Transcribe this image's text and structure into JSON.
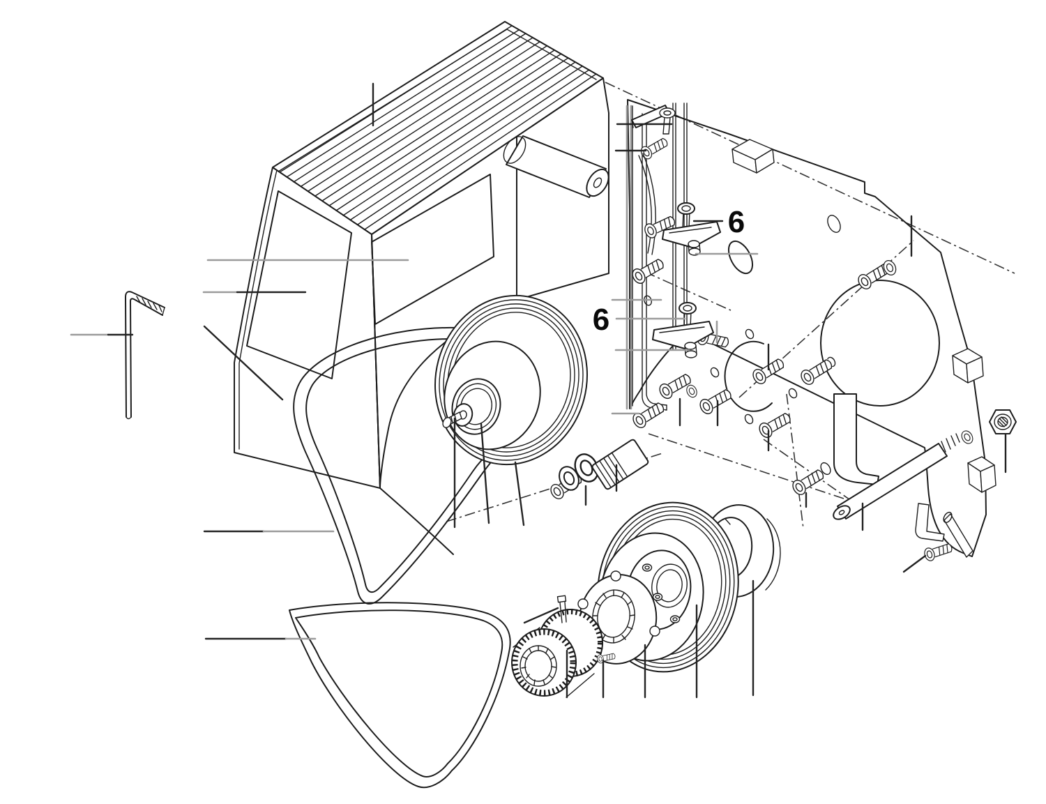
{
  "diagram": {
    "type": "exploded-parts-diagram",
    "subject": "compressor clutch and belt drive assembly",
    "background": "#ffffff",
    "colors": {
      "line": "#1c1c1c",
      "leader_dark": "#222222",
      "leader_gray": "#9b9b9b",
      "label": "#0a0a0a"
    },
    "labels": [
      {
        "id": "callout-upper",
        "text": "6"
      },
      {
        "id": "callout-lower",
        "text": "6"
      }
    ],
    "parts": [
      "ribbed compressor housing",
      "hex L-key",
      "upper drive belt",
      "lower drive belt",
      "drive pulley with hub",
      "idler roller",
      "mounting bracket",
      "retainer spring strip",
      "reed valve strips",
      "upper reed valve with screw",
      "lower reed valve with screw",
      "backing plate",
      "clamp blocks",
      "gasket ring",
      "large plate opening",
      "o-ring seal",
      "socket head screws",
      "washers",
      "spacer sleeve",
      "spacer rod",
      "hex nut",
      "L-bracket",
      "pin bracket with screw",
      "splined gear",
      "drive pin",
      "clutch plate",
      "rotor pulley",
      "bearing disc"
    ]
  }
}
